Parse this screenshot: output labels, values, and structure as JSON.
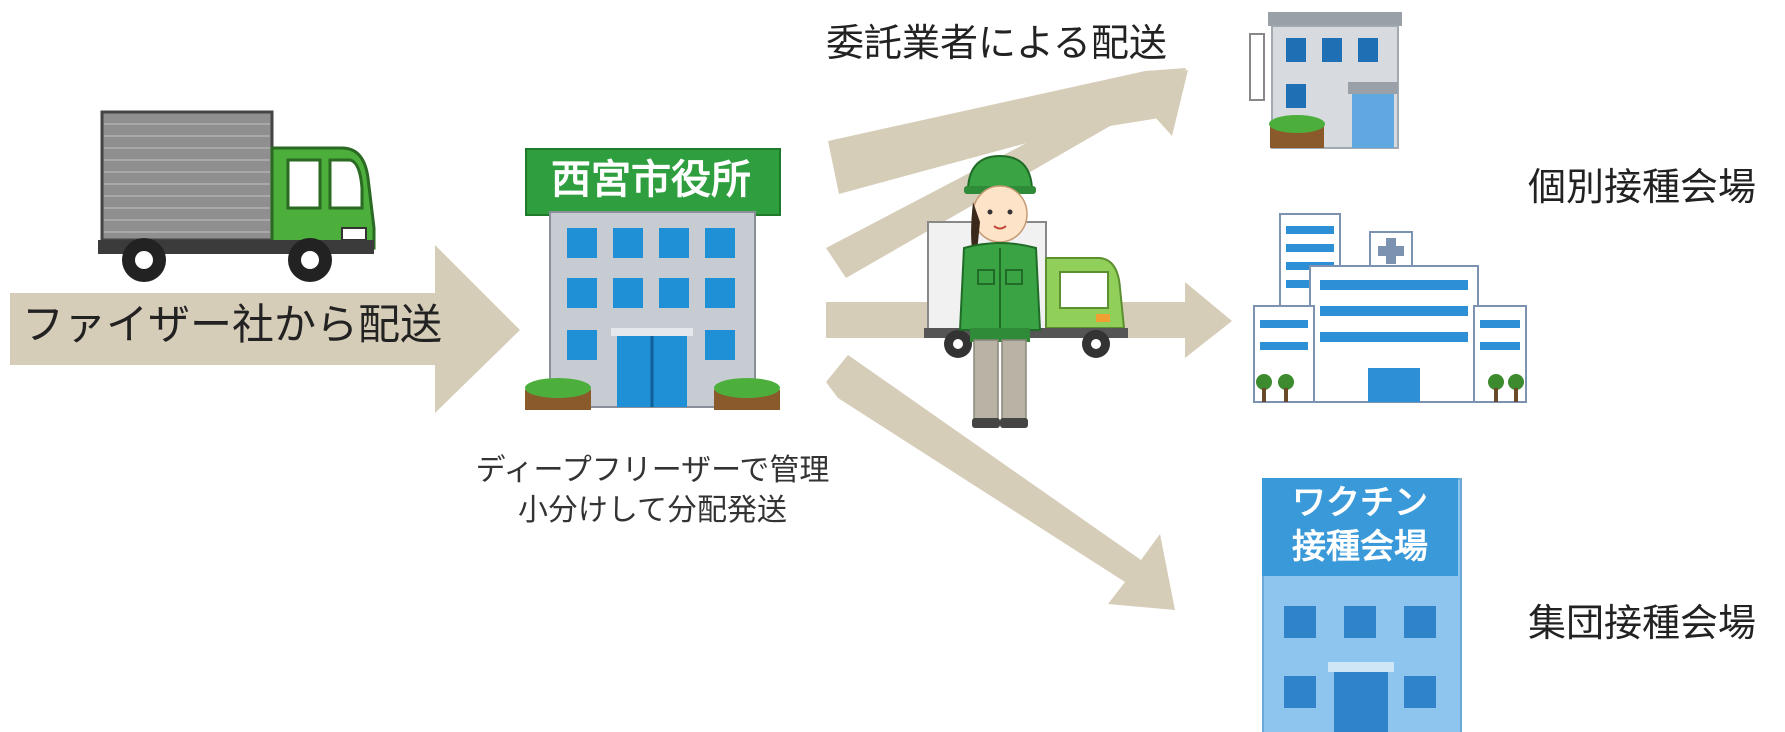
{
  "labels": {
    "from_pfizer": "ファイザー社から配送",
    "contractor": "委託業者による配送",
    "city_hall_sign": "西宮市役所",
    "city_hall_note_line1": "ディープフリーザーで管理",
    "city_hall_note_line2": "小分けして分配発送",
    "individual_sites": "個別接種会場",
    "group_sites": "集団接種会場",
    "vaccine_sign_line1": "ワクチン",
    "vaccine_sign_line2": "接種会場"
  },
  "colors": {
    "arrow": "#d6cdb8",
    "green_sign": "#2f9e3f",
    "building_blue": "#3a9ad9",
    "truck_green": "#4caf3c"
  }
}
